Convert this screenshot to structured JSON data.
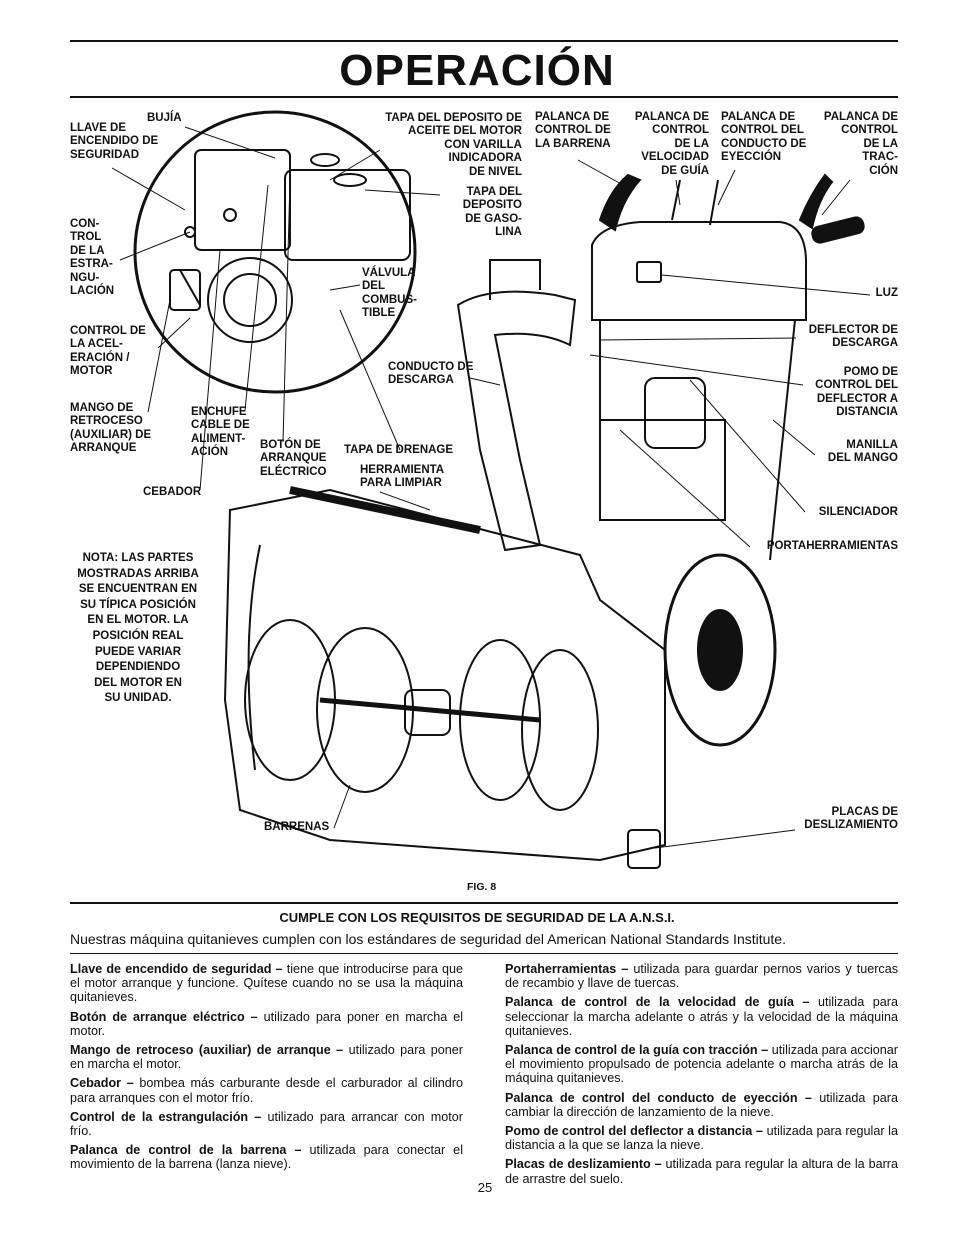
{
  "title": "OPERACIÓN",
  "labels": {
    "bujia": "BUJÍA",
    "llave": "LLAVE DE\nENCENDIDO DE\nSEGURIDAD",
    "tapa_aceite": "TAPA DEL DEPOSITO DE\nACEITE DEL MOTOR\nCON VARILLA\nINDICADORA\nDE NIVEL",
    "palanca_barrena": "PALANCA DE\nCONTROL DE\nLA BARRENA",
    "palanca_velocidad": "PALANCA DE\nCONTROL\nDE LA\nVELOCIDAD\nDE GUÍA",
    "palanca_conducto": "PALANCA DE\nCONTROL DEL\nCONDUCTO DE\nEYECCIÓN",
    "palanca_traccion": "PALANCA DE\nCONTROL\nDE LA\nTRAC-\nCIÓN",
    "tapa_gasolina": "TAPA DEL\nDEPOSITO\nDE GASO-\nLINA",
    "control_estrangulacion": "CON-\nTROL\nDE LA\nESTRA-\nNGU-\nLACIÓN",
    "valvula": "VÁLVULA\nDEL\nCOMBUS-\nTIBLE",
    "luz": "LUZ",
    "control_aceleracion": "CONTROL DE\nLA ACEL-\nERACIÓN /\nMOTOR",
    "deflector": "DEFLECTOR DE\nDESCARGA",
    "conducto_descarga": "CONDUCTO DE\nDESCARGA",
    "pomo": "POMO DE\nCONTROL DEL\nDEFLECTOR A\nDISTANCIA",
    "mango_retroceso": "MANGO DE\nRETROCESO\n(AUXILIAR) DE\nARRANQUE",
    "enchufe": "ENCHUFE\nCABLE DE\nALIMENT-\nACIÓN",
    "boton": "BOTÓN DE\nARRANQUE\nELÉCTRICO",
    "tapa_drenaje": "TAPA DE DRENAGE",
    "manilla": "MANILLA\nDEL MANGO",
    "herramienta": "HERRAMIENTA\nPARA LIMPIAR",
    "cebador": "CEBADOR",
    "silenciador": "SILENCIADOR",
    "portaherramientas": "PORTAHERRAMIENTAS",
    "nota": "NOTA: LAS PARTES\nMOSTRADAS ARRIBA\nSE ENCUENTRAN EN\nSU TÍPICA POSICIÓN\nEN EL MOTOR. LA\nPOSICIÓN REAL\nPUEDE VARIAR\nDEPENDIENDO\nDEL MOTOR EN\nSU UNIDAD.",
    "placas": "PLACAS DE\nDESLIZAMIENTO",
    "barrenas": "BARRENAS",
    "fig": "FIG. 8"
  },
  "ansi": {
    "title": "CUMPLE CON LOS REQUISITOS DE SEGURIDAD DE LA A.N.S.I.",
    "text": "Nuestras máquina quitanieves cumplen con los estándares de seguridad del American National Standards Institute."
  },
  "definitions_left": [
    {
      "term": "Llave de encendido de seguridad –",
      "text": " tiene que introducirse para que el motor arranque y funcione. Quítese cuando no se usa la máquina quitanieves."
    },
    {
      "term": "Botón de arranque eléctrico –",
      "text": " utilizado para poner en marcha el motor."
    },
    {
      "term": "Mango de retroceso (auxiliar) de arranque –",
      "text": " utilizado para poner en marcha el motor."
    },
    {
      "term": "Cebador –",
      "text": " bombea más carburante desde el carburador al cilindro para arranques con el motor frío."
    },
    {
      "term": "Control de la estrangulación –",
      "text": " utilizado para arrancar con motor frío."
    },
    {
      "term": "Palanca de control de la barrena –",
      "text": " utilizada para conectar el movimiento de la barrena (lanza nieve)."
    }
  ],
  "definitions_right": [
    {
      "term": "Portaherramientas –",
      "text": " utilizada para guardar pernos varios y tuercas de recambio y llave de tuercas."
    },
    {
      "term": "Palanca de control de la velocidad de guía –",
      "text": " utilizada para seleccionar la marcha adelante o atrás y la velocidad de la máquina quitanieves."
    },
    {
      "term": "Palanca de control de la guía con tracción –",
      "text": " utilizada para accionar el movimiento propulsado de potencia adelante o marcha atrás de la máquina quitanieves."
    },
    {
      "term": "Palanca de control del conducto de eyección –",
      "text": " utilizada para cambiar la dirección de lanzamiento de la nieve."
    },
    {
      "term": "Pomo de control del deflector a distancia –",
      "text": " utilizada para regular la distancia a la que se lanza la nieve."
    },
    {
      "term": "Placas de deslizamiento –",
      "text": " utilizada para regular la altura de la barra de arrastre del suelo."
    }
  ],
  "page_number": "25"
}
